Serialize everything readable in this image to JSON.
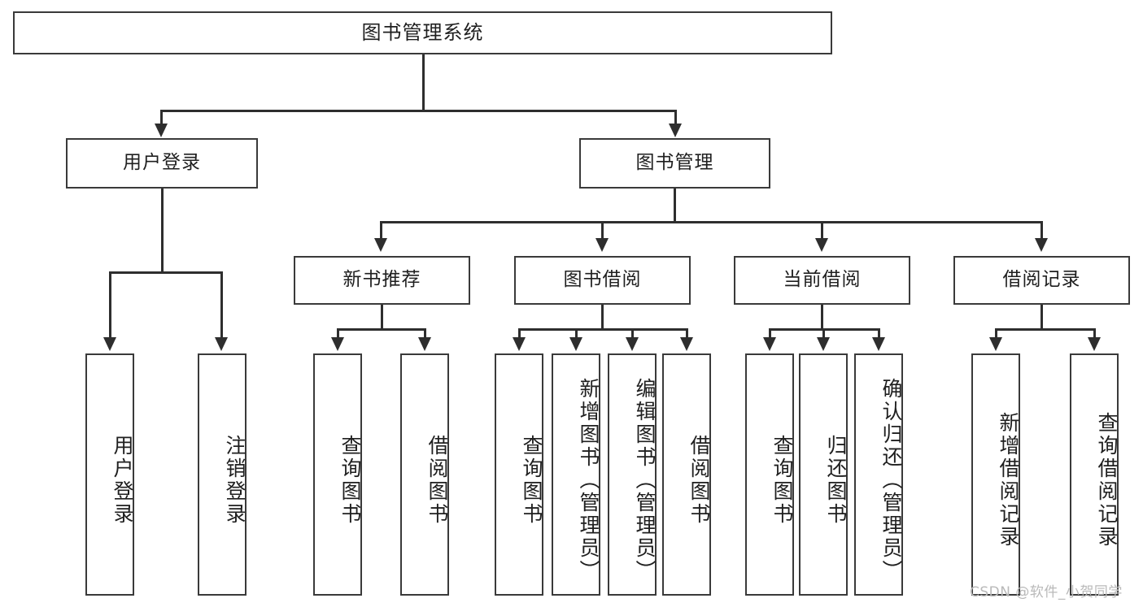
{
  "diagram": {
    "title": "图书管理系统",
    "type": "tree-hierarchy-diagram",
    "colors": {
      "box_border": "#3a3a3a",
      "edge": "#2e2e2e",
      "background": "#ffffff",
      "text": "#1f1f1f",
      "watermark": "#b9b9b9"
    },
    "root": {
      "label": "图书管理系统"
    },
    "level2": [
      {
        "label": "用户登录"
      },
      {
        "label": "图书管理"
      }
    ],
    "level3": [
      {
        "label": "新书推荐"
      },
      {
        "label": "图书借阅"
      },
      {
        "label": "当前借阅"
      },
      {
        "label": "借阅记录"
      }
    ],
    "leaves": {
      "user_login": [
        {
          "label": "用户登录"
        },
        {
          "label": "注销登录"
        }
      ],
      "new_book_recommend": [
        {
          "label": "查询图书"
        },
        {
          "label": "借阅图书"
        }
      ],
      "book_borrow": [
        {
          "label": "查询图书"
        },
        {
          "label": "新增图书（管理员）"
        },
        {
          "label": "编辑图书（管理员）"
        },
        {
          "label": "借阅图书"
        }
      ],
      "current_borrow": [
        {
          "label": "查询图书"
        },
        {
          "label": "归还图书"
        },
        {
          "label": "确认归还（管理员）"
        }
      ],
      "borrow_record": [
        {
          "label": "新增借阅记录"
        },
        {
          "label": "查询借阅记录"
        }
      ]
    }
  },
  "watermark": {
    "text": "CSDN @软件_小贺同学"
  }
}
